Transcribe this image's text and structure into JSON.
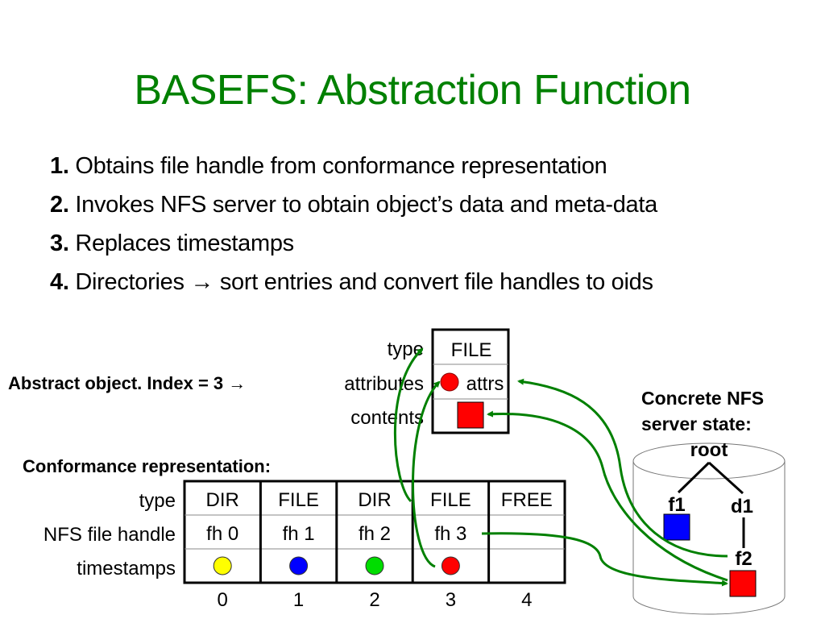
{
  "slide": {
    "title": "BASEFS: Abstraction Function",
    "title_color": "#008000",
    "bullets": [
      {
        "num": "1.",
        "text": "Obtains file handle from conformance representation"
      },
      {
        "num": "2.",
        "text": "Invokes NFS server to obtain object’s data and meta-data"
      },
      {
        "num": "3.",
        "text": "Replaces timestamps"
      },
      {
        "num": "4.",
        "text": "Directories → sort entries and convert file handles to oids"
      }
    ]
  },
  "abstract_object": {
    "caption": "Abstract object. Index = 3 →",
    "row_labels": {
      "type": "type",
      "attributes": "attributes",
      "contents": "contents"
    },
    "type_value": "FILE",
    "attrs_value": "attrs",
    "attr_dot_color": "#ff0000",
    "contents_square_color": "#ff0000"
  },
  "conformance": {
    "caption": "Conformance representation:",
    "row_labels": [
      "type",
      "NFS file handle",
      "timestamps"
    ],
    "columns": [
      {
        "index": "0",
        "type": "DIR",
        "handle": "fh 0",
        "timestamp_color": "#ffff00"
      },
      {
        "index": "1",
        "type": "FILE",
        "handle": "fh 1",
        "timestamp_color": "#0000ff"
      },
      {
        "index": "2",
        "type": "DIR",
        "handle": "fh 2",
        "timestamp_color": "#00dd00"
      },
      {
        "index": "3",
        "type": "FILE",
        "handle": "fh 3",
        "timestamp_color": "#ff0000"
      },
      {
        "index": "4",
        "type": "FREE",
        "handle": "",
        "timestamp_color": ""
      }
    ]
  },
  "nfs_server": {
    "caption_line1": "Concrete NFS",
    "caption_line2": "server state:",
    "nodes": {
      "root": "root",
      "f1": "f1",
      "d1": "d1",
      "f2": "f2"
    },
    "f1_color": "#0000ff",
    "f2_color": "#ff0000"
  },
  "arrow_color": "#008000"
}
